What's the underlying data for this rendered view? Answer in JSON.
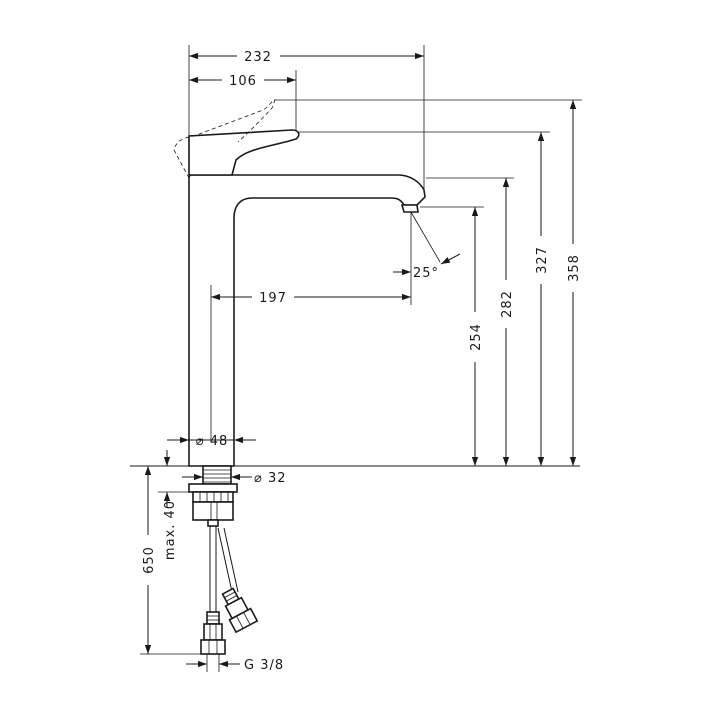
{
  "dimensions": {
    "overall_width": "232",
    "handle_reach": "106",
    "spout_reach": "197",
    "body_diameter": "⌀ 48",
    "thread_diameter": "⌀ 32",
    "spout_angle": "25°",
    "height_spout_outlet": "254",
    "height_spout_top": "282",
    "height_handle": "327",
    "height_handle_raised": "358",
    "max_deck_thickness": "max. 40",
    "hose_length": "650",
    "connection_thread": "G 3/8"
  },
  "colors": {
    "line": "#1a1a1a",
    "background": "#ffffff"
  }
}
